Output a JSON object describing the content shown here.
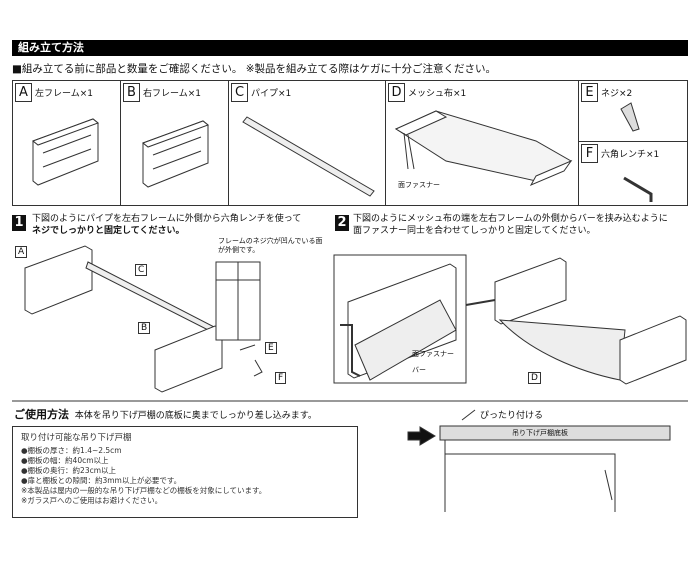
{
  "header": {
    "title": "組み立て方法",
    "note": "■組み立てる前に部品と数量をご確認ください。 ※製品を組み立てる際はケガに十分ご注意ください。"
  },
  "parts": [
    {
      "letter": "A",
      "name": "左フレーム×1"
    },
    {
      "letter": "B",
      "name": "右フレーム×1"
    },
    {
      "letter": "C",
      "name": "パイプ×1"
    },
    {
      "letter": "D",
      "name": "メッシュ布×1"
    },
    {
      "letter": "E",
      "name": "ネジ×2"
    },
    {
      "letter": "F",
      "name": "六角レンチ×1"
    }
  ],
  "part_d_callout": "面ファスナー",
  "steps": [
    {
      "num": "1",
      "line1": "下図のようにパイプを左右フレームに外側から六角レンチを使って",
      "line2": "ネジでしっかりと固定してください。",
      "callout": "フレームのネジ穴が凹んでいる面が外側です。"
    },
    {
      "num": "2",
      "line1": "下図のようにメッシュ布の端を左右フレームの外側からバーを挟み込むように",
      "line2": "面ファスナー同士を合わせてしっかりと固定してください。",
      "callout_fastener": "面ファスナー",
      "callout_bar": "バー"
    }
  ],
  "usage": {
    "title": "ご使用方法",
    "desc": "本体を吊り下げ戸棚の底板に奥までしっかり差し込みます。",
    "box_title": "取り付け可能な吊り下げ戸棚",
    "items": [
      "●棚板の厚さ：約1.4~2.5cm",
      "●棚板の幅：約40cm以上",
      "●棚板の奥行：約23cm以上",
      "●扉と棚板との隙間：約3mm以上が必要です。",
      "※本製品は屋内の一般的な吊り下げ戸棚などの棚板を対象にしています。",
      "※ガラス戸へのご使用はお避けください。"
    ],
    "diagram_top": "ぴったり付ける",
    "diagram_shelf": "吊り下げ戸棚底板"
  }
}
